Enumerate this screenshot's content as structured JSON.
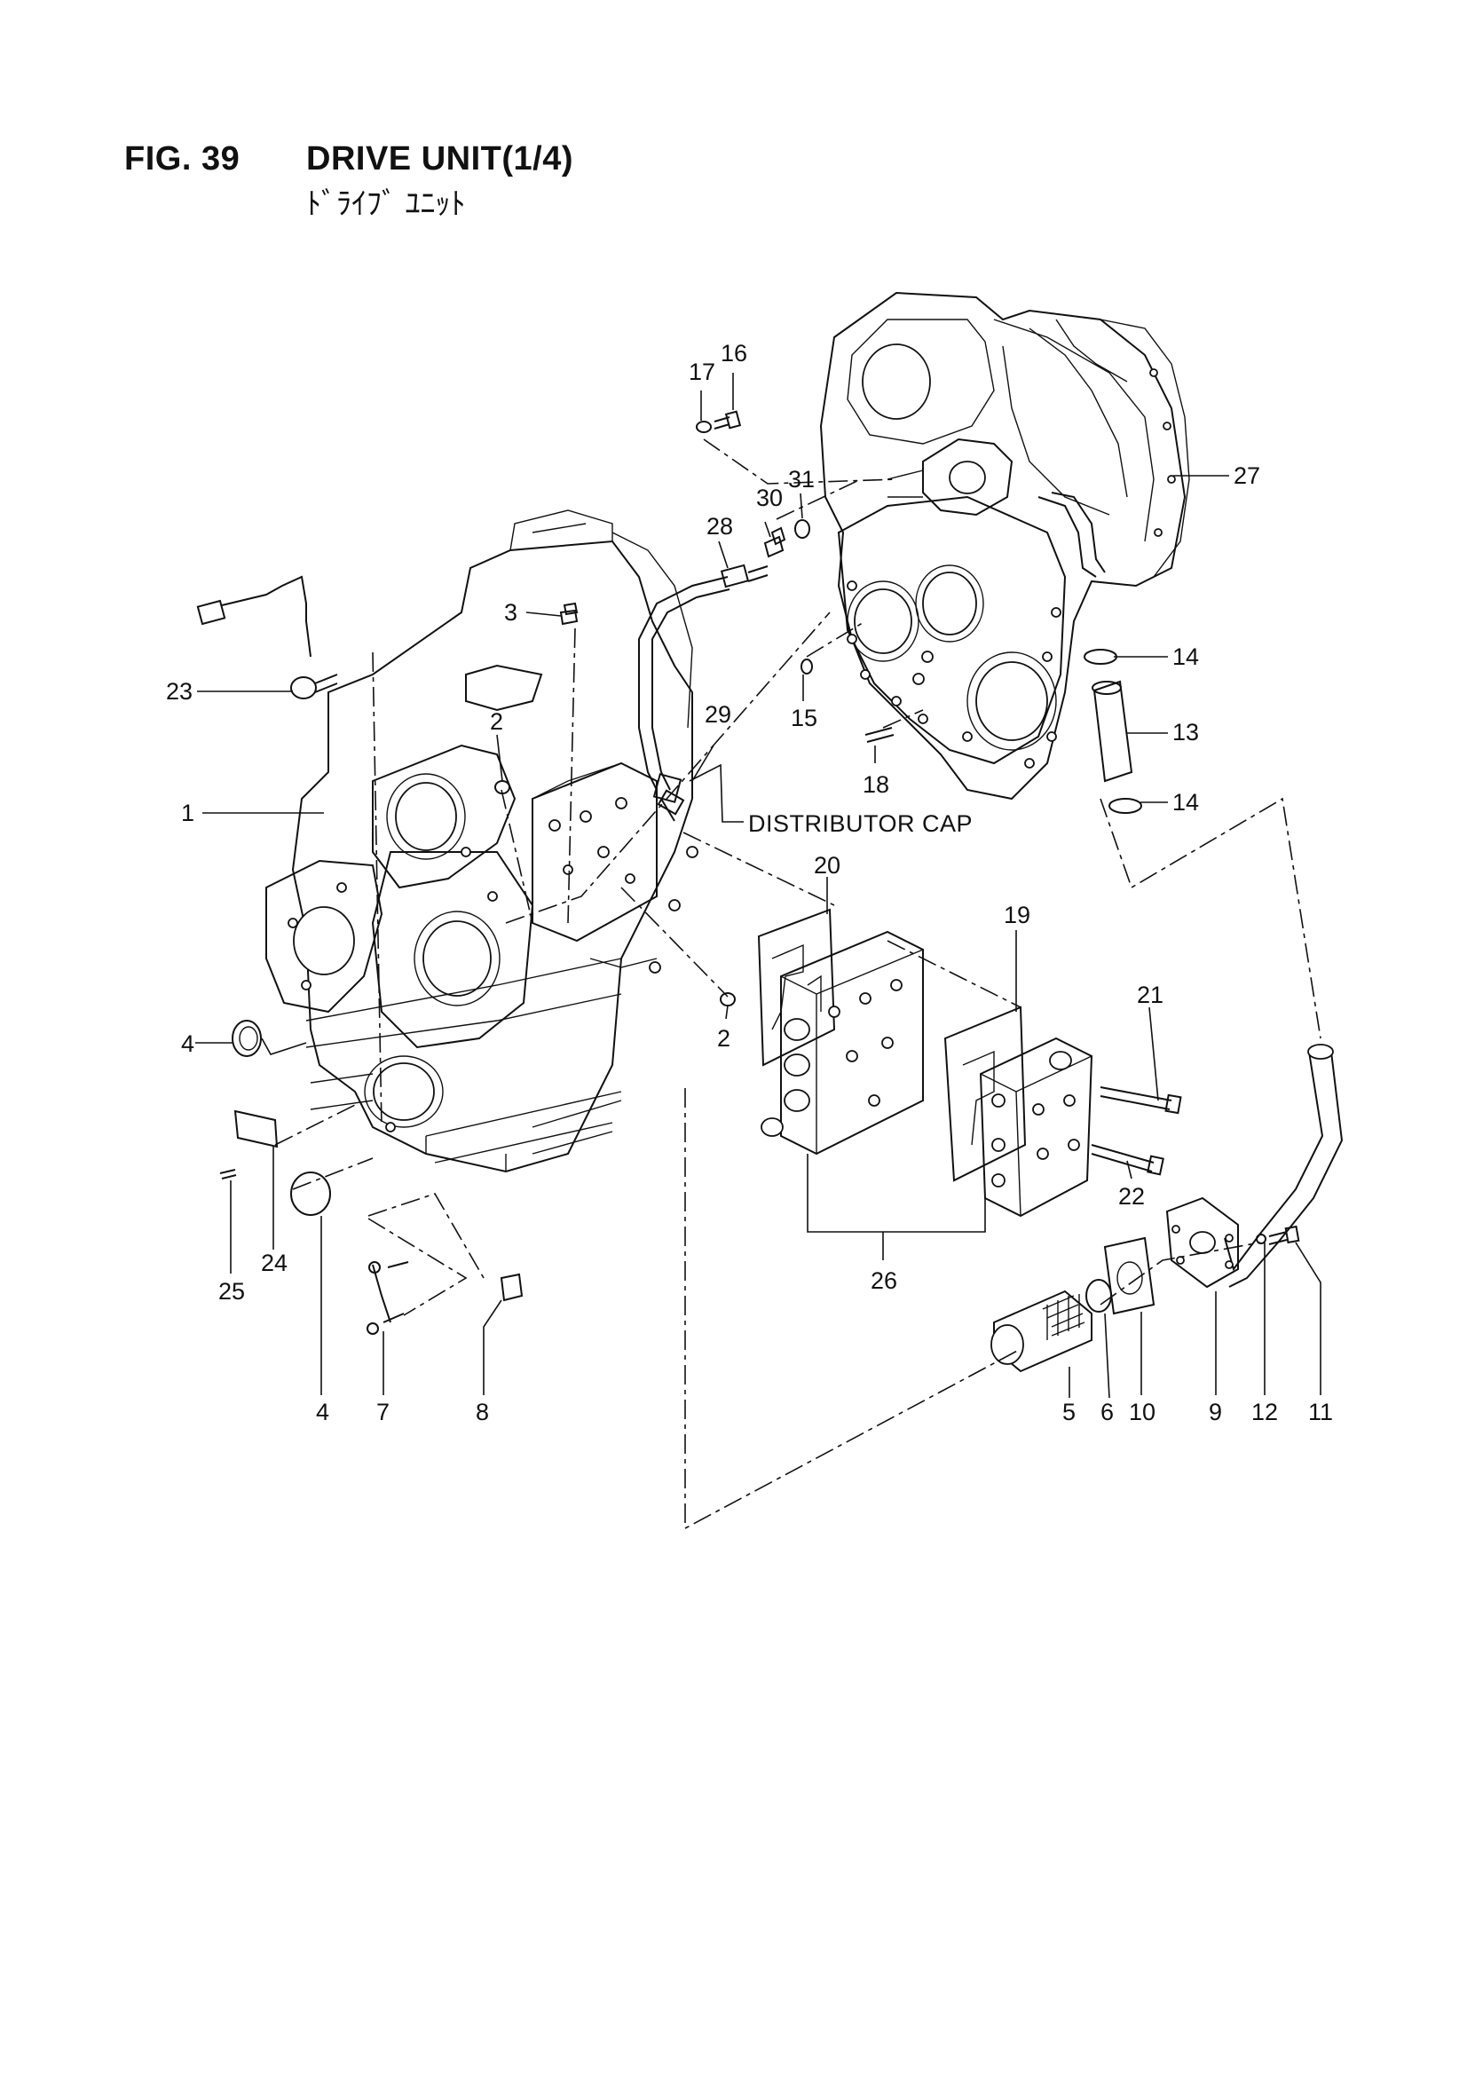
{
  "figure": {
    "number": "FIG. 39",
    "title": "DRIVE UNIT(1/4)",
    "subtitle_jp": "ﾄﾞﾗｲﾌﾞ ﾕﾆｯﾄ"
  },
  "labels": {
    "distributor_cap": "DISTRIBUTOR CAP"
  },
  "callouts": [
    "1",
    "2",
    "2",
    "3",
    "4",
    "4",
    "5",
    "6",
    "7",
    "8",
    "9",
    "10",
    "11",
    "12",
    "13",
    "14",
    "14",
    "15",
    "16",
    "17",
    "18",
    "19",
    "20",
    "21",
    "22",
    "23",
    "24",
    "25",
    "26",
    "27",
    "28",
    "29",
    "30",
    "31"
  ]
}
